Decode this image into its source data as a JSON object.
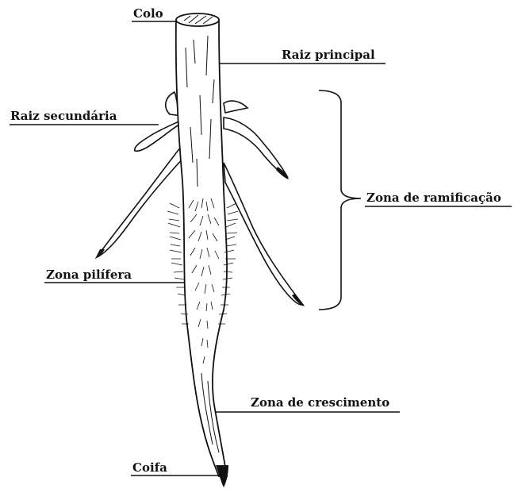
{
  "diagram": {
    "labels": {
      "colo": "Colo",
      "raiz_principal": "Raiz principal",
      "raiz_secundaria": "Raiz secundária",
      "zona_ramificacao": "Zona de ramificação",
      "zona_pilifera": "Zona pilífera",
      "zona_crescimento": "Zona de crescimento",
      "coifa": "Coifa"
    },
    "colors": {
      "line": "#111111",
      "fill": "#ffffff",
      "tip": "#111111"
    }
  }
}
